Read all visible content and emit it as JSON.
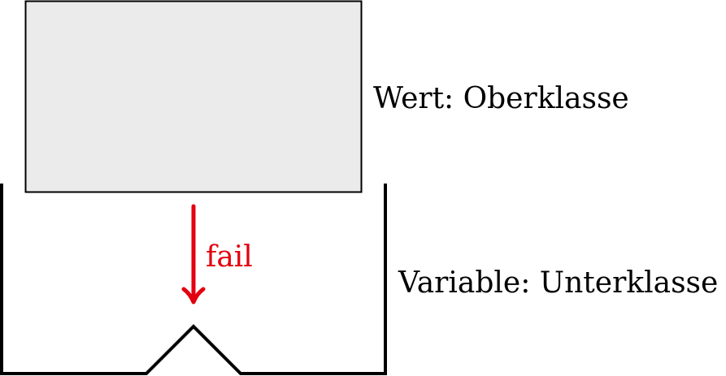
{
  "value_label": "Wert: Oberklasse",
  "variable_label": "Variable: Unterklasse",
  "arrow_label": "fail",
  "colors": {
    "block_fill": "#ebebeb",
    "stroke": "#000000",
    "fail": "#e3000f"
  }
}
